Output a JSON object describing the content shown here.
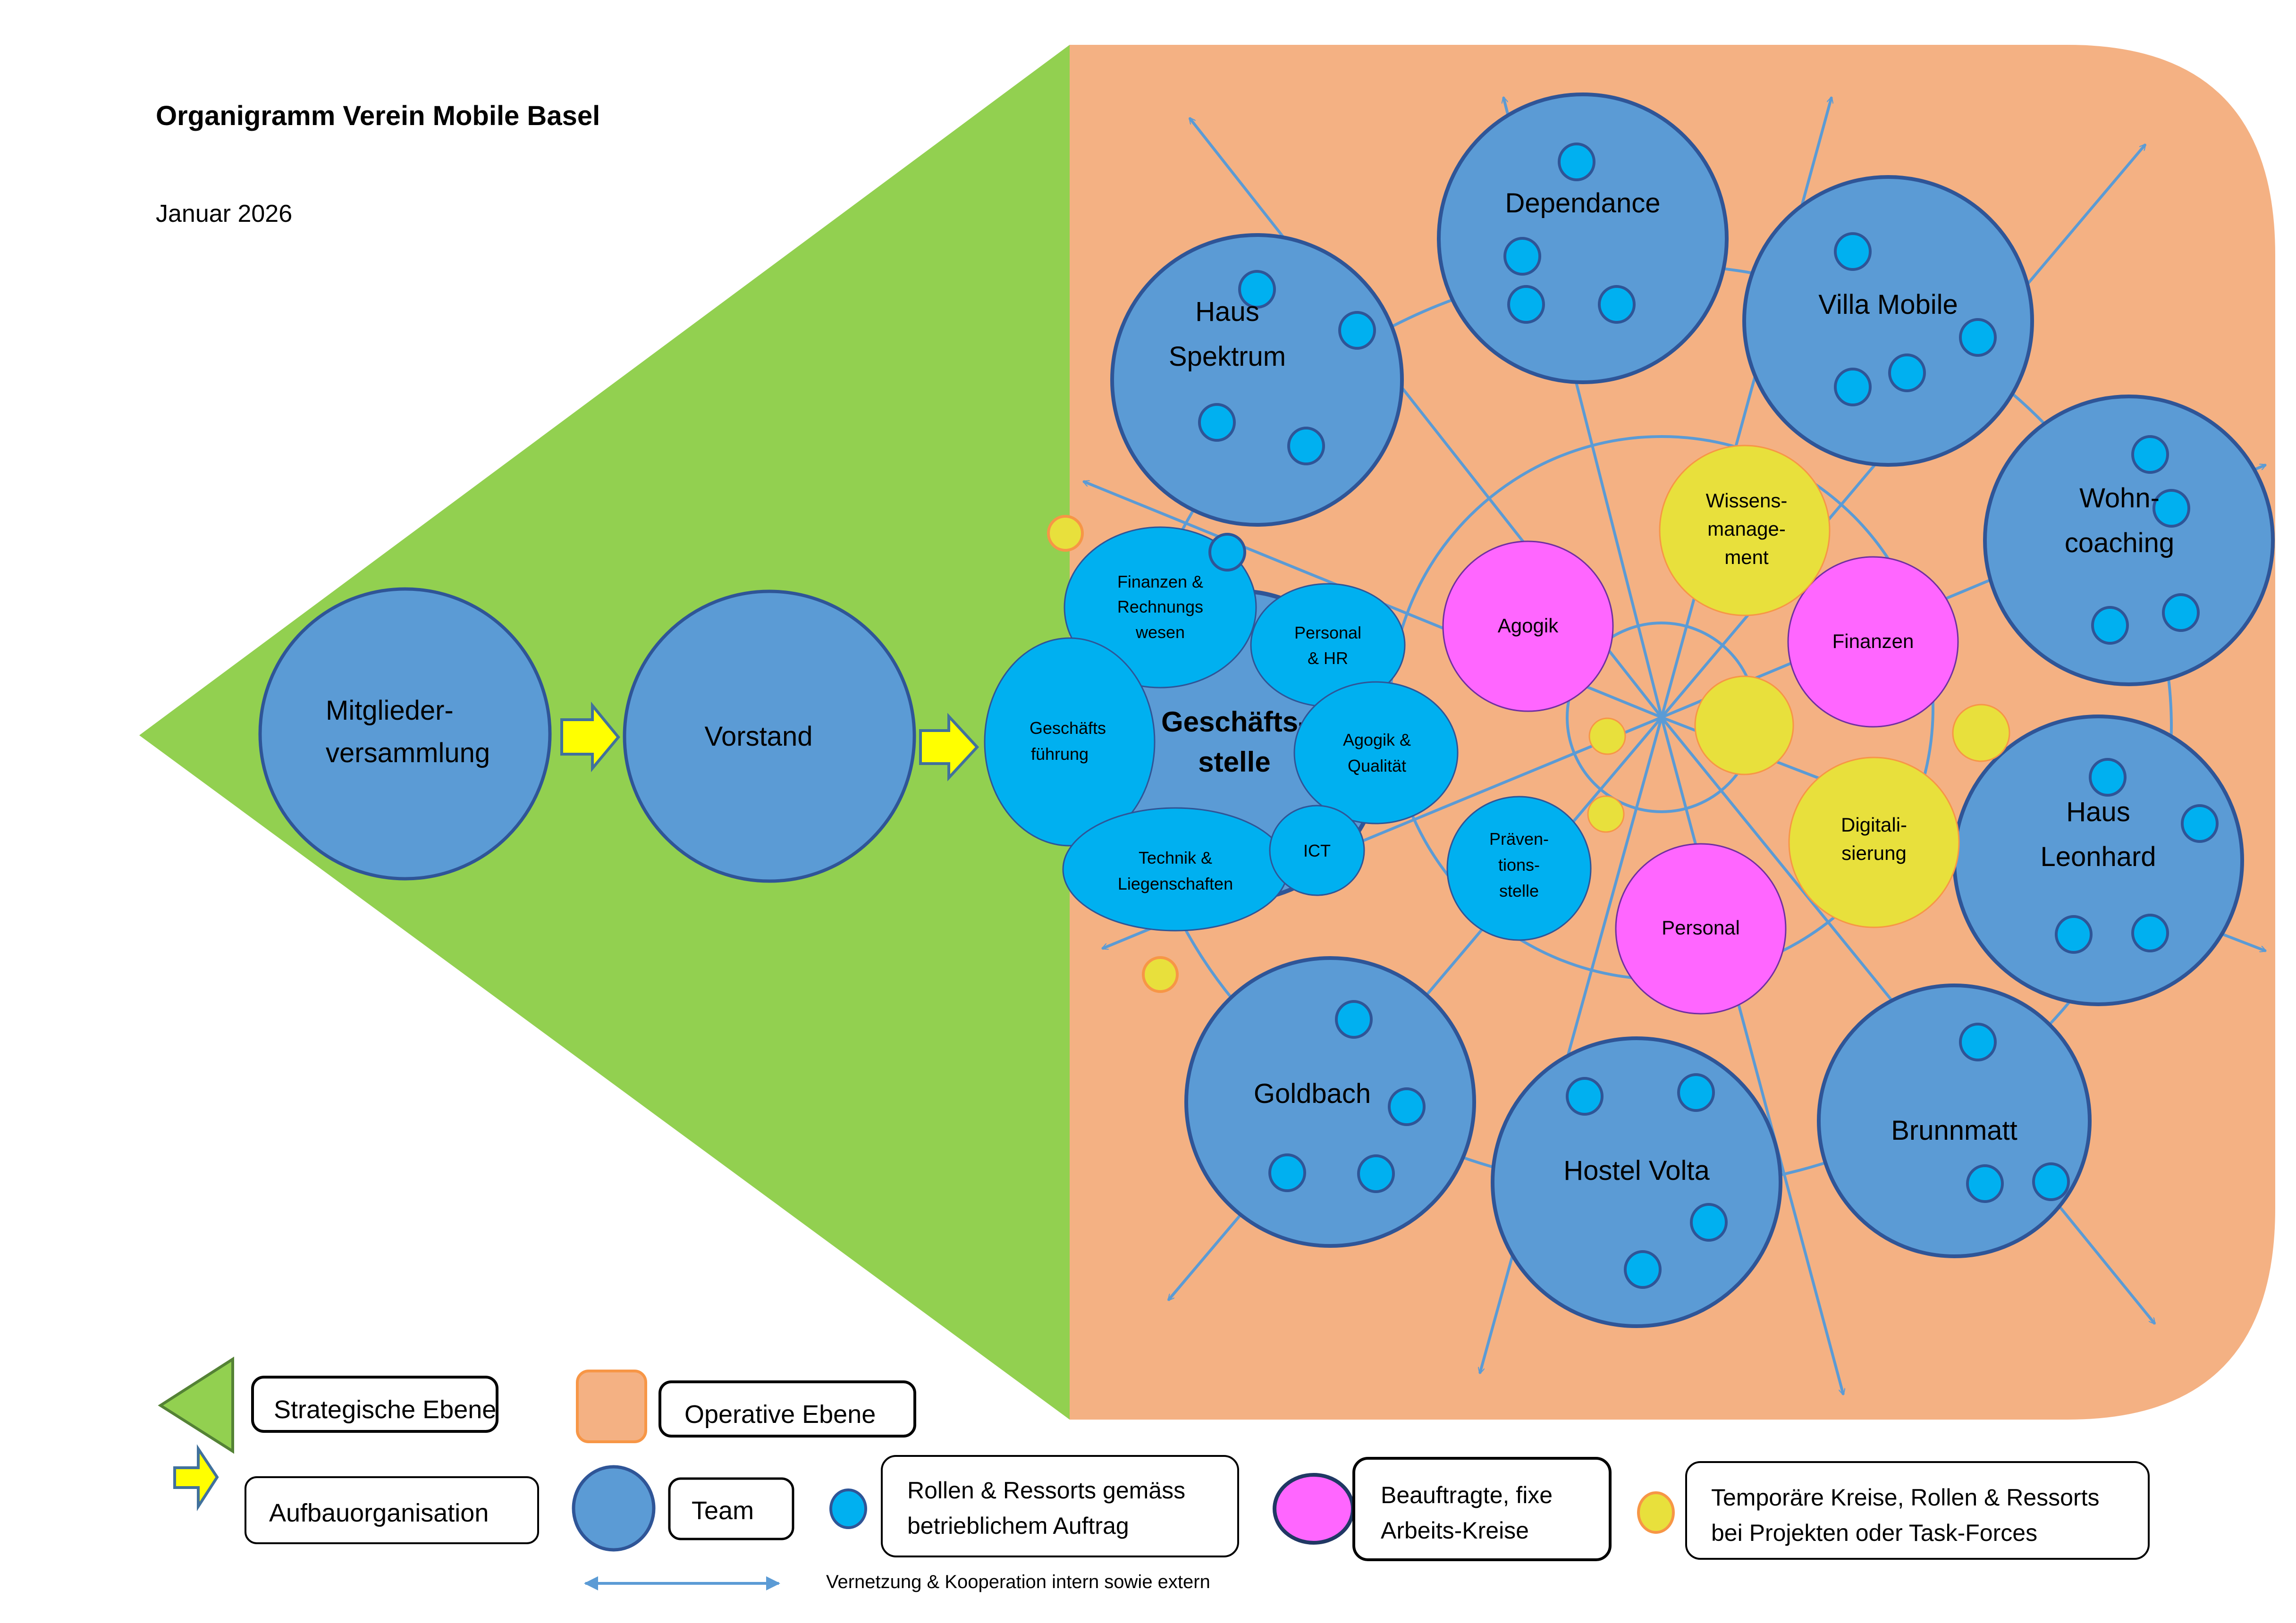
{
  "header": {
    "title": "Organigramm Verein Mobile Basel",
    "date": "Januar 2026"
  },
  "strategic": {
    "members": [
      "Mitglieder-",
      "versammlung"
    ],
    "board": "Vorstand"
  },
  "office": {
    "title": [
      "Geschäfts-",
      "stelle"
    ],
    "units": [
      {
        "id": "finanzen-rechnungswesen",
        "lines": [
          "Finanzen &",
          "Rechnungs",
          "wesen"
        ]
      },
      {
        "id": "personal-hr",
        "lines": [
          "Personal",
          "& HR"
        ]
      },
      {
        "id": "geschaeftsfuehrung",
        "lines": [
          "Geschäfts",
          "führung"
        ]
      },
      {
        "id": "agogik-qualitaet",
        "lines": [
          "Agogik &",
          "Qualität"
        ]
      },
      {
        "id": "technik-liegenschaften",
        "lines": [
          "Technik &",
          "Liegenschaften"
        ]
      },
      {
        "id": "ict",
        "lines": [
          "ICT"
        ]
      }
    ]
  },
  "teams": [
    {
      "id": "haus-spektrum",
      "lines": [
        "Haus",
        "Spektrum"
      ],
      "roles": 5
    },
    {
      "id": "dependance",
      "lines": [
        "Dependance"
      ],
      "roles": 4
    },
    {
      "id": "villa-mobile",
      "lines": [
        "Villa Mobile"
      ],
      "roles": 4
    },
    {
      "id": "wohncoaching",
      "lines": [
        "Wohn-",
        "coaching"
      ],
      "roles": 4
    },
    {
      "id": "haus-leonhard",
      "lines": [
        "Haus",
        "Leonhard"
      ],
      "roles": 4
    },
    {
      "id": "brunnmatt",
      "lines": [
        "Brunnmatt"
      ],
      "roles": 3
    },
    {
      "id": "hostel-volta",
      "lines": [
        "Hostel Volta"
      ],
      "roles": 4
    },
    {
      "id": "goldbach",
      "lines": [
        "Goldbach"
      ],
      "roles": 4
    }
  ],
  "circles": [
    {
      "id": "agogik",
      "type": "fixed",
      "lines": [
        "Agogik"
      ]
    },
    {
      "id": "finanzen",
      "type": "fixed",
      "lines": [
        "Finanzen"
      ]
    },
    {
      "id": "personal",
      "type": "fixed",
      "lines": [
        "Personal"
      ]
    },
    {
      "id": "wissensmanagement",
      "type": "temporary",
      "lines": [
        "Wissens-",
        "manage-",
        "ment"
      ]
    },
    {
      "id": "digitalisierung",
      "type": "temporary",
      "lines": [
        "Digitali-",
        "sierung"
      ]
    },
    {
      "id": "praeventionsstelle",
      "type": "role",
      "lines": [
        "Präven-",
        "tions-",
        "stelle"
      ]
    }
  ],
  "legend": {
    "strategic": "Strategische Ebene",
    "operative": "Operative Ebene",
    "structure": "Aufbauorganisation",
    "team": "Team",
    "roles": [
      "Rollen & Ressorts gemäss",
      "betrieblichem Auftrag"
    ],
    "fixed": [
      "Beauftragte, fixe",
      "Arbeits-Kreise"
    ],
    "temporary": [
      "Temporäre Kreise, Rollen & Ressorts",
      "bei Projekten oder Task-Forces"
    ],
    "network": "Vernetzung & Kooperation intern sowie extern"
  },
  "colors": {
    "strategic_green": "#92d050",
    "operative_orange": "#f4b183",
    "team_blue": "#5b9bd5",
    "role_cyan": "#00b0f0",
    "fixed_magenta": "#ff66ff",
    "temporary_yellow": "#e8e03c",
    "arrow_yellow": "#ffff00"
  }
}
